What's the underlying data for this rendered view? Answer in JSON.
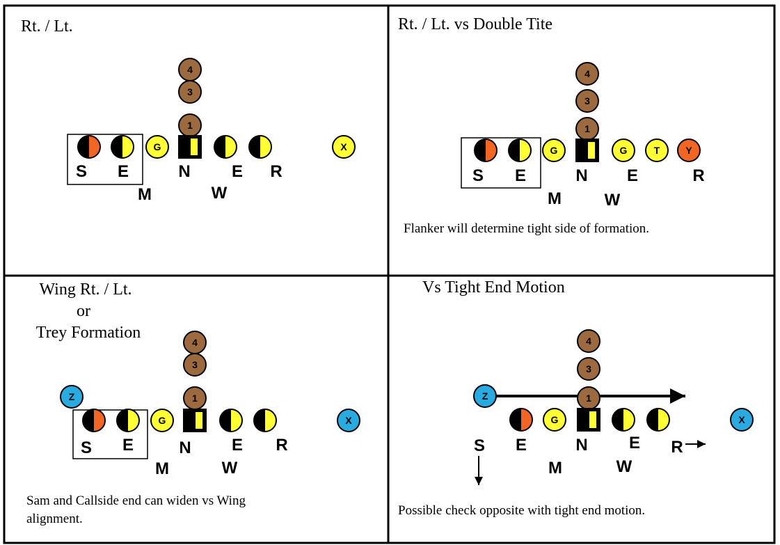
{
  "panels": [
    {
      "title": [
        "Rt. / Lt."
      ],
      "note": [],
      "labels": [
        "S",
        "E",
        "N",
        "E",
        "R",
        "M",
        "W"
      ],
      "numbers": [
        "4",
        "3",
        "1"
      ],
      "letters": [
        "G",
        "X"
      ]
    },
    {
      "title": [
        "Rt. / Lt. vs Double Tite"
      ],
      "note": [
        "Flanker will determine tight side of formation."
      ],
      "labels": [
        "S",
        "E",
        "N",
        "E",
        "R",
        "M",
        "W"
      ],
      "numbers": [
        "4",
        "3",
        "1"
      ],
      "letters": [
        "G",
        "G",
        "T",
        "Y"
      ]
    },
    {
      "title": [
        "Wing Rt. / Lt.",
        "or",
        "Trey Formation"
      ],
      "note": [
        "Sam and Callside end can widen vs Wing",
        "alignment."
      ],
      "labels": [
        "S",
        "E",
        "N",
        "E",
        "R",
        "M",
        "W"
      ],
      "numbers": [
        "4",
        "3",
        "1"
      ],
      "letters": [
        "Z",
        "G",
        "X"
      ]
    },
    {
      "title": [
        "Vs Tight End Motion"
      ],
      "note": [
        "Possible check opposite with tight end motion."
      ],
      "labels": [
        "S",
        "E",
        "N",
        "E",
        "R",
        "M",
        "W"
      ],
      "numbers": [
        "4",
        "3",
        "1"
      ],
      "letters": [
        "Z",
        "G",
        "X"
      ]
    }
  ],
  "colors": {
    "brown": "#9C6A3E",
    "yellow": "#FFFF33",
    "orange": "#F26522",
    "blue": "#29ABE2",
    "black": "#000000"
  }
}
